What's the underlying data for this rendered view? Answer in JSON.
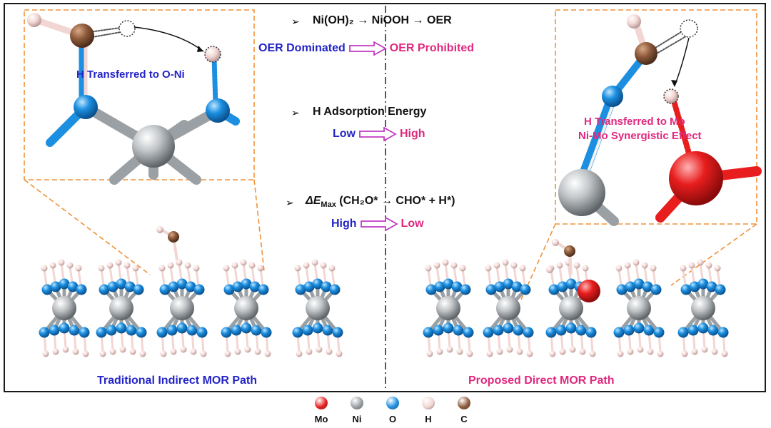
{
  "colors": {
    "mo": "#e81e1e",
    "ni": "#9a9fa3",
    "o": "#1c8fe0",
    "h": "#f2d6d3",
    "c": "#8d5a3b",
    "blue_text": "#2323c8",
    "pink_text": "#e0287e",
    "callout_dash": "#f0923a"
  },
  "center": {
    "step1": {
      "line": "Ni(OH)₂ → NiOOH → OER",
      "left": "OER Dominated",
      "right": "OER Prohibited"
    },
    "step2": {
      "line": "H Adsorption Energy",
      "left": "Low",
      "right": "High"
    },
    "step3": {
      "delta": "ΔE",
      "sub": "Max",
      "rest": " (CH₂O* → CHO* + H*)",
      "left": "High",
      "right": "Low"
    }
  },
  "left_panel": {
    "inset_label": "H Transferred to O-Ni",
    "caption": "Traditional Indirect MOR Path"
  },
  "right_panel": {
    "inset_label_1": "H Transferred to Mo",
    "inset_label_2": "Ni-Mo Synergistic Effect",
    "caption": "Proposed Direct MOR Path"
  },
  "legend": [
    {
      "symbol": "Mo",
      "color": "#e81e1e"
    },
    {
      "symbol": "Ni",
      "color": "#9a9fa3"
    },
    {
      "symbol": "O",
      "color": "#1c8fe0"
    },
    {
      "symbol": "H",
      "color": "#f2d6d3"
    },
    {
      "symbol": "C",
      "color": "#8d5a3b"
    }
  ]
}
